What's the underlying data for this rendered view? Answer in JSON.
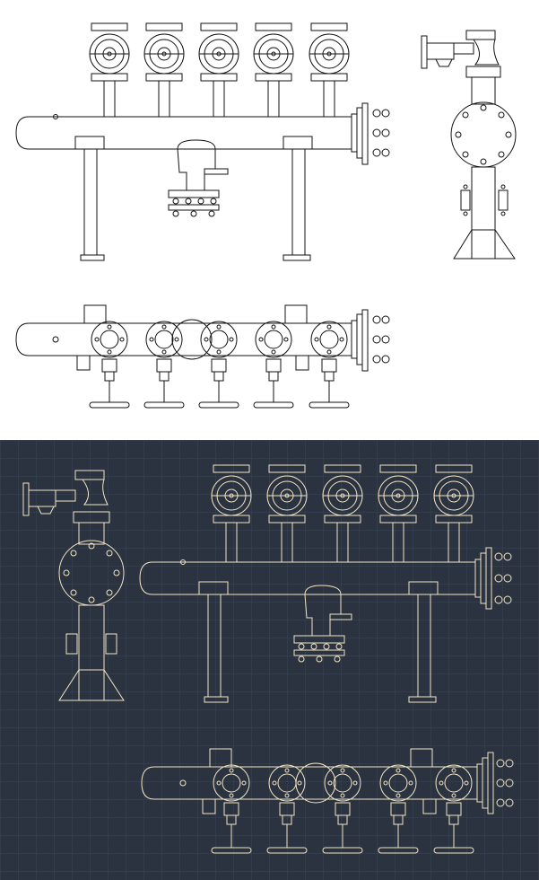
{
  "panels": [
    {
      "theme": "light",
      "background": "#ffffff",
      "stroke": "#111111",
      "fill": "#ffffff"
    },
    {
      "theme": "dark",
      "background": "#2b3340",
      "stroke": "#f2e6c4",
      "fill": "#2b3340",
      "grid": "#3b4453"
    }
  ],
  "drawing": {
    "subject": "pipe-manifold",
    "valve_count": 5,
    "views": [
      "front-view",
      "side-view",
      "top-view"
    ]
  }
}
